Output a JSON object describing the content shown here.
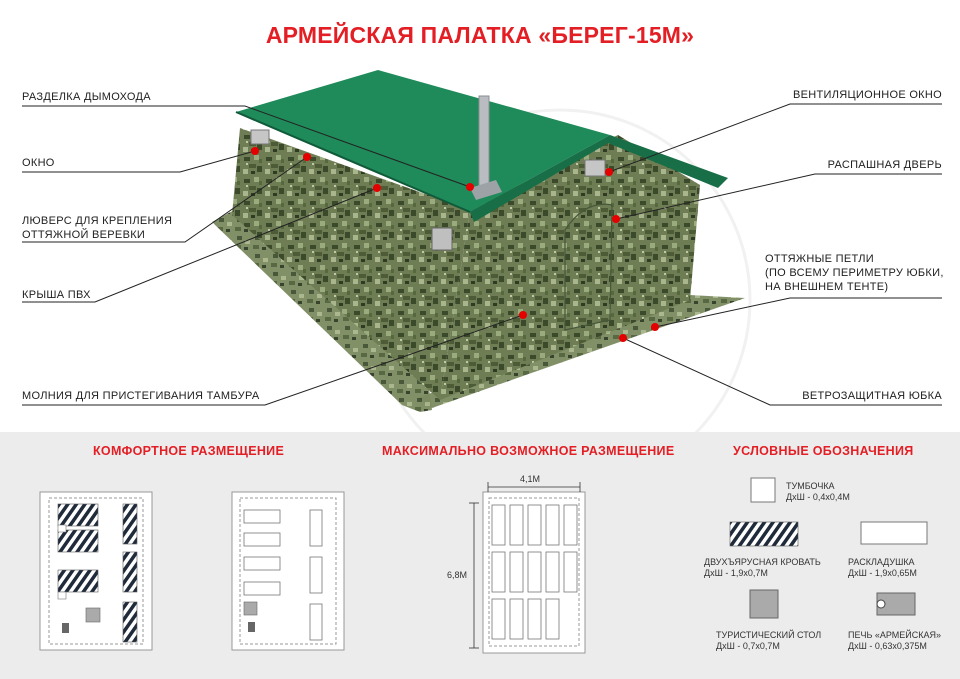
{
  "title": "АРМЕЙСКАЯ ПАЛАТКА «БЕРЕГ-15М»",
  "colors": {
    "accent": "#e31e24",
    "roof": "#1f8a5a",
    "camo_dark": "#3c4a2c",
    "camo_light": "#8fa073",
    "marker": "#e50000"
  },
  "labels_left": {
    "chimney": "РАЗДЕЛКА ДЫМОХОДА",
    "window": "ОКНО",
    "grommet_line1": "ЛЮВЕРС ДЛЯ КРЕПЛЕНИЯ",
    "grommet_line2": "ОТТЯЖНОЙ ВЕРЕВКИ",
    "roof": "КРЫША ПВХ",
    "zipper": "МОЛНИЯ ДЛЯ ПРИСТЕГИВАНИЯ ТАМБУРА"
  },
  "labels_right": {
    "vent": "ВЕНТИЛЯЦИОННОЕ ОКНО",
    "door": "РАСПАШНАЯ ДВЕРЬ",
    "loops_line1": "ОТТЯЖНЫЕ ПЕТЛИ",
    "loops_line2": "(ПО ВСЕМУ ПЕРИМЕТРУ ЮБКИ,",
    "loops_line3": "НА ВНЕШНЕМ ТЕНТЕ)",
    "skirt": "ВЕТРОЗАЩИТНАЯ ЮБКА"
  },
  "sections": {
    "comfort": "КОМФОРТНОЕ РАЗМЕЩЕНИЕ",
    "max": "МАКСИМАЛЬНО ВОЗМОЖНОЕ РАЗМЕЩЕНИЕ",
    "legend": "УСЛОВНЫЕ ОБОЗНАЧЕНИЯ"
  },
  "dimensions": {
    "width": "4,1М",
    "length": "6,8М"
  },
  "legend": {
    "nightstand_name": "ТУМБОЧКА",
    "nightstand_size": "ДхШ - 0,4х0,4М",
    "bunk_name": "ДВУХЪЯРУСНАЯ КРОВАТЬ",
    "bunk_size": "ДхШ - 1,9х0,7М",
    "cot_name": "РАСКЛАДУШКА",
    "cot_size": "ДхШ - 1,9х0,65М",
    "table_name": "ТУРИСТИЧЕСКИЙ СТОЛ",
    "table_size": "ДхШ - 0,7х0,7М",
    "stove_name": "ПЕЧЬ «АРМЕЙСКАЯ»",
    "stove_size": "ДхШ - 0,63х0,375М"
  }
}
